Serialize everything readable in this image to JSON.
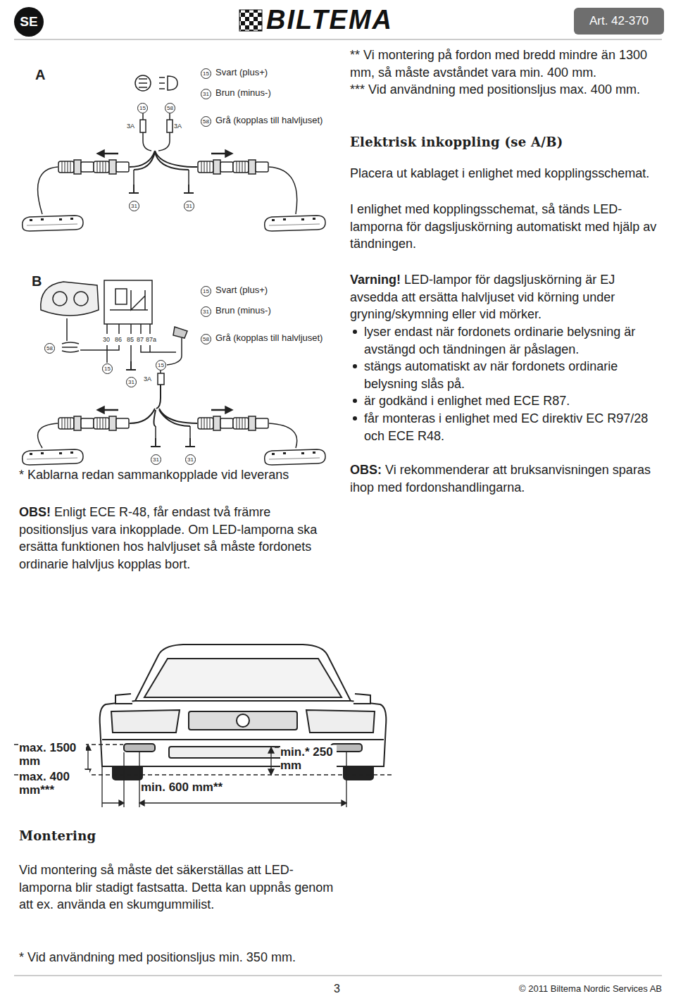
{
  "diagram": {
    "nodes": [
      {
        "text": [
          "SE"
        ]
      },
      {
        "text": [
          "Art. 42-370"
        ]
      }
    ],
    "labels": [
      "BILTEMA",
      "A",
      "15",
      "58",
      "3A",
      "3A",
      "15",
      "Svart (plus+)",
      "31",
      "Brun (minus-)",
      "58",
      "Grå (kopplas till halvljuset)",
      "31",
      "31",
      "B",
      "30",
      "86",
      "85",
      "87",
      "87a",
      "58",
      "15",
      "31",
      "15",
      "3A",
      "15",
      "Svart (plus+)",
      "31",
      "Brun (minus-)",
      "58",
      "Grå (kopplas till halvljuset)",
      "31",
      "31",
      "* Kablarna redan sammankopplade vid leverans",
      "OBS!",
      "Enligt ECE R-48, får endast två främre positionsljus vara inkopplade. Om LED-lamporna ska ersätta funktionen hos halvljuset så måste fordonets ordinarie halvljus kopplas bort.",
      "** Vi montering på fordon med bredd mindre än 1300 mm, så måste avståndet vara min. 400 mm.",
      "*** Vid användning med positionsljus max. 400 mm.",
      "Elektrisk inkoppling (se A/B)",
      "Placera ut kablaget i enlighet med kopplingsschemat.",
      "I enlighet med kopplingsschemat, så tänds LED-lamporna för dagsljuskörning automatiskt med hjälp av tändningen.",
      "Varning!",
      "LED-lampor för dagsljuskörning är EJ avsedda att ersätta halvljuset vid körning under gryning/skymning eller vid mörker.",
      "lyser endast när fordonets ordinarie belysning är avstängd och tändningen är påslagen.",
      "stängs automatiskt av när fordonets ordinarie belysning slås på.",
      "är godkänd i enlighet med ECE R87.",
      "får monteras i enlighet med EC direktiv EC R97/28 och ECE R48.",
      "OBS:",
      "Vi rekommenderar att bruksanvisningen sparas ihop med fordonshandlingarna.",
      "max. 1500 mm",
      "min.* 250 mm",
      "max. 400 mm***",
      "min. 600 mm**",
      "Montering",
      "Vid montering så måste det säkerställas att LED-lamporna blir stadigt fastsatta. Detta kan uppnås genom att ex. använda en skumgummilist.",
      "* Vid användning med positionsljus min. 350 mm.",
      "3",
      "© 2011 Biltema Nordic Services AB"
    ]
  }
}
